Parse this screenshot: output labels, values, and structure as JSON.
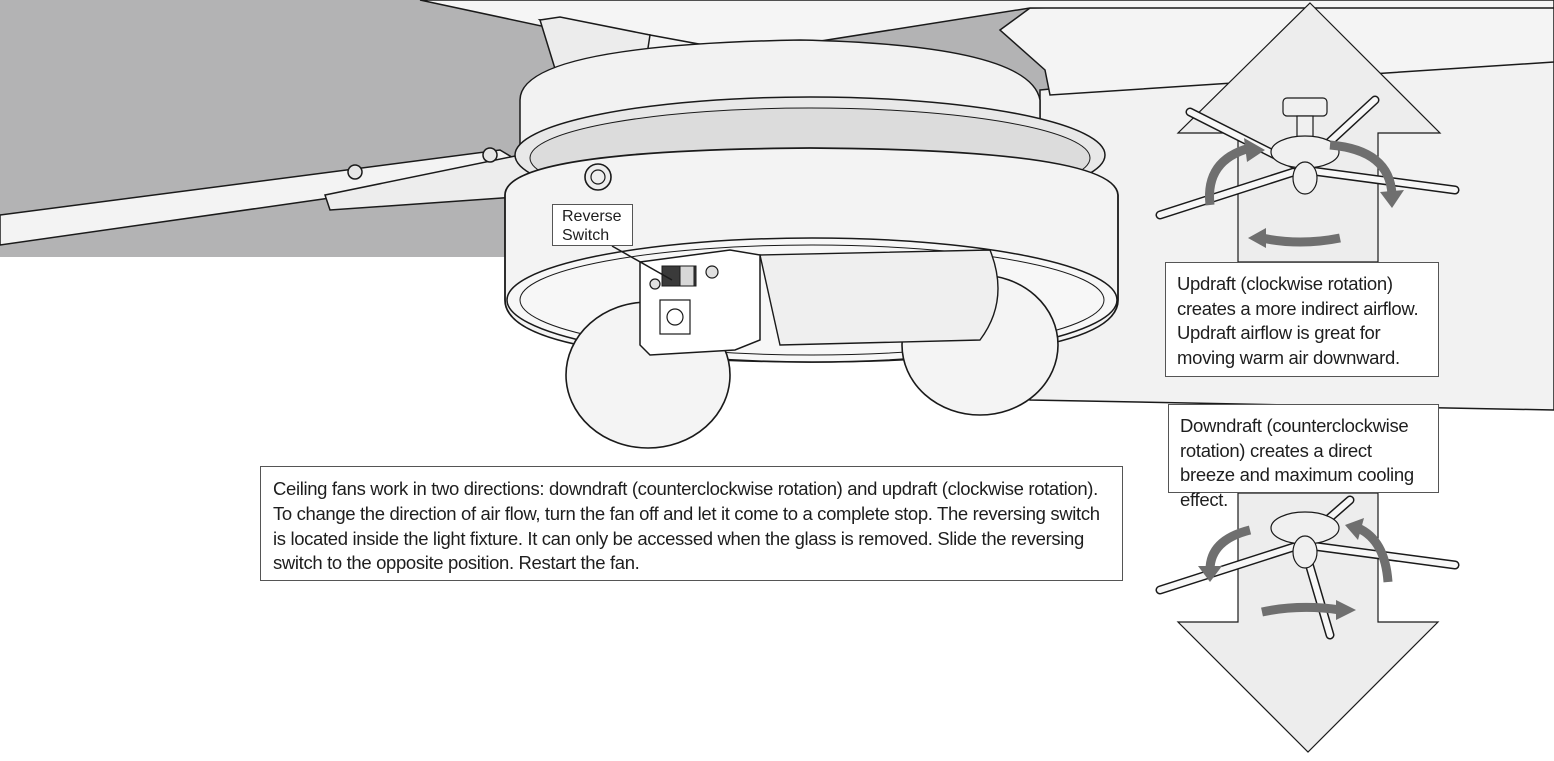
{
  "labels": {
    "reverse_switch_line1": "Reverse",
    "reverse_switch_line2": "Switch"
  },
  "updraft": {
    "text": "Updraft (clockwise rotation) creates a more indirect airflow. Updraft airflow is great for moving warm air downward."
  },
  "downdraft": {
    "text": "Downdraft (counterclockwise rotation) creates a direct breeze and maximum cooling effect."
  },
  "instructions": {
    "text": "Ceiling fans work in two directions: downdraft (counterclockwise rotation) and updraft (clockwise rotation). To change the direction of air flow, turn the fan off and let it come to a complete stop. The reversing switch is located inside the light fixture. It can only be accessed when the glass is removed. Slide the reversing switch to the opposite position. Restart the fan."
  },
  "colors": {
    "ceiling": "#b3b3b4",
    "line": "#1a1a1a",
    "arrow": "#ededed",
    "rotation_arrow": "#6f6f6f",
    "fan_body": "#f2f2f2"
  }
}
